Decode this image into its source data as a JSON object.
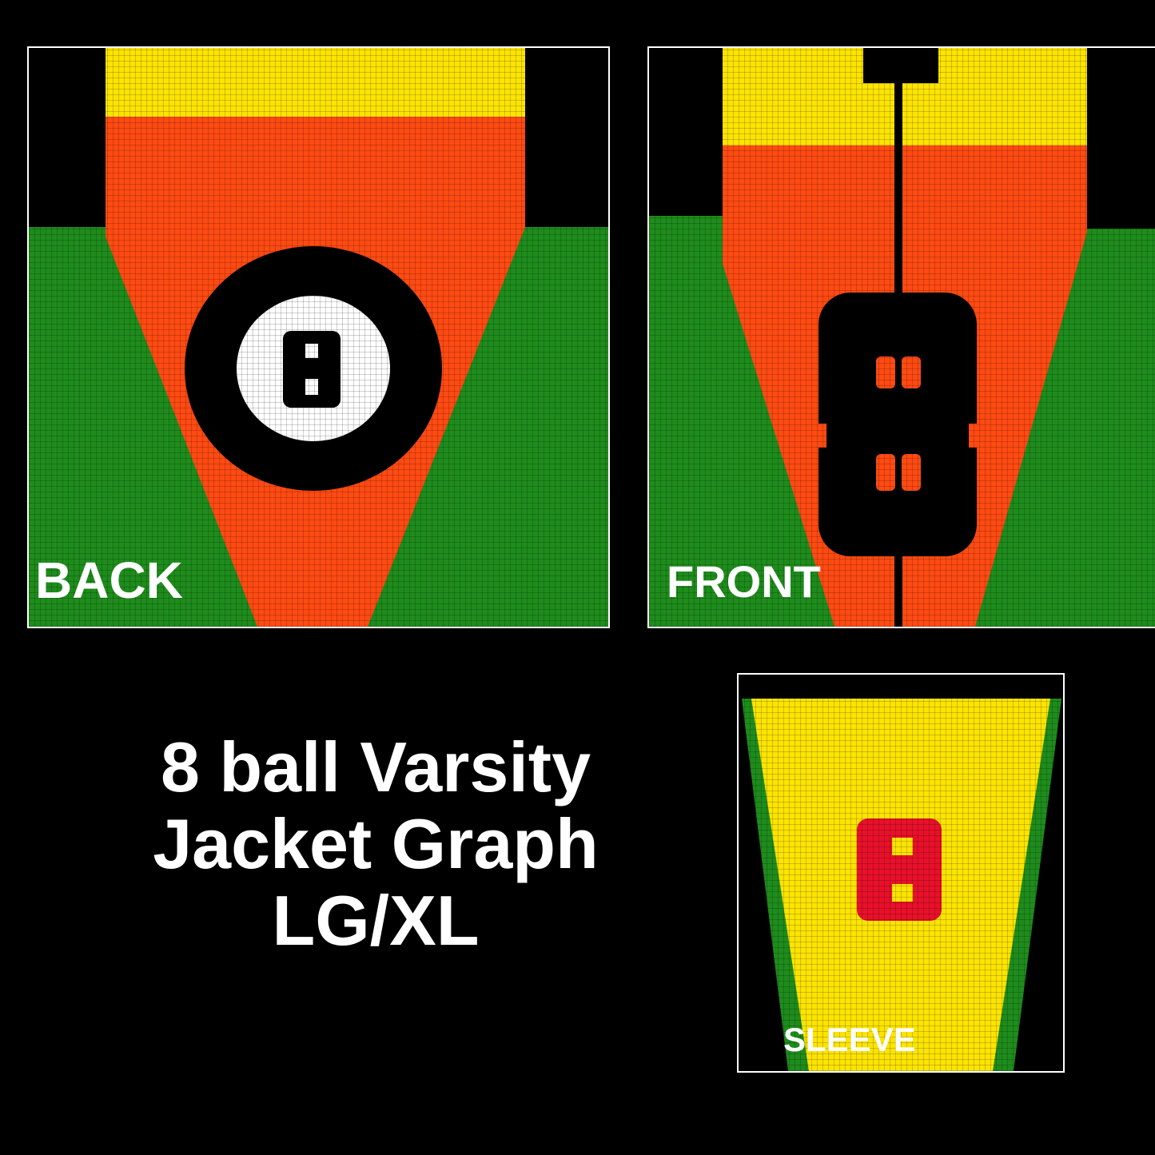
{
  "colors": {
    "background": "#000000",
    "yellow": "#fce400",
    "orange": "#ff4a12",
    "green": "#1e8c1c",
    "black": "#000000",
    "white": "#ffffff",
    "red": "#e8102a"
  },
  "panels": {
    "back": {
      "label": "BACK"
    },
    "front": {
      "label": "FRONT"
    },
    "sleeve": {
      "label": "SLEEVE"
    }
  },
  "title": {
    "line1": "8 ball Varsity",
    "line2": "Jacket Graph",
    "line3": "LG/XL"
  }
}
